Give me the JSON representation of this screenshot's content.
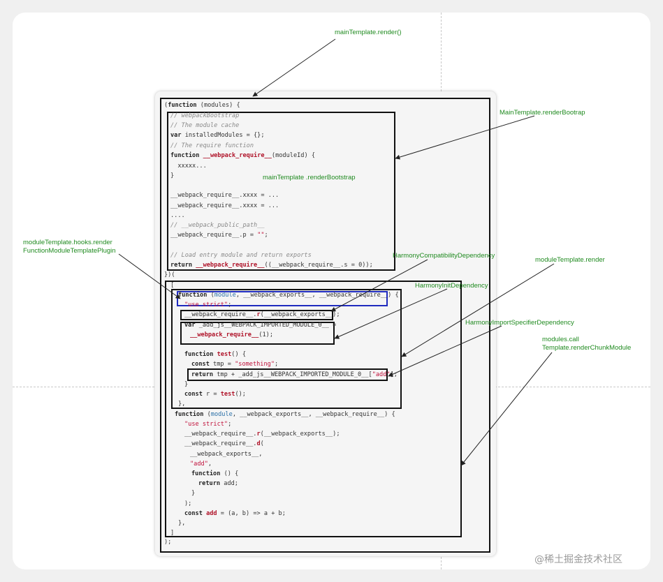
{
  "labels": {
    "main_render": "mainTemplate.render()",
    "render_bootrap": "MainTemplate.renderBootrap",
    "main_render_bootstrap": "mainTemplate .renderBootstrap",
    "module_hooks_render": "moduleTemplate.hooks.render",
    "function_module_plugin": "FunctionModuleTemplatePlugin",
    "harmony_compat": "HarmonyCompatibilityDependency",
    "harmony_init": "HarmonyInitDependency",
    "module_template_render": "moduleTemplate.render",
    "harmony_import_spec": "HarmonyImportSpecifierDependency",
    "modules_call": "modules.call",
    "render_chunk_module": "Template.renderChunkModule"
  },
  "code": {
    "l1a": "(",
    "l1b": "function",
    "l1c": " (modules) {",
    "l2": "// webpackBootstrap",
    "l3": "// The module cache",
    "l4a": "var",
    "l4b": " installedModules = {};",
    "l5": "// The require function",
    "l6a": "function",
    "l6b": " ",
    "l6c": "__webpack_require__",
    "l6d": "(moduleId) {",
    "l7": "  xxxxx...",
    "l8": "}",
    "l9": "__webpack_require__.xxxx = ...",
    "l10": "__webpack_require__.xxxx = ...",
    "l11": "....",
    "l12": "// __webpack_public_path__",
    "l13a": "__webpack_require__.p = ",
    "l13b": "\"\"",
    "l13c": ";",
    "l14": "// Load entry module and return exports",
    "l15a": "return",
    "l15b": " ",
    "l15c": "__webpack_require__",
    "l15d": "((__webpack_require__.s = 0));",
    "l16": "})(",
    "l17": "[",
    "l18a": "function",
    "l18b": " (",
    "l18c": "module",
    "l18d": ", __webpack_exports__, __webpack_require__) {",
    "l19a": "\"use strict\"",
    "l19b": ";",
    "l20a": "__webpack_require__.",
    "l20b": "r",
    "l20c": "(__webpack_exports__);",
    "l21a": "var",
    "l21b": " _add_js__WEBPACK_IMPORTED_MODULE_0__ =",
    "l22a": "__webpack_require__",
    "l22b": "(1);",
    "l23a": "function",
    "l23b": " ",
    "l23c": "test",
    "l23d": "() {",
    "l24a": "const",
    "l24b": " tmp = ",
    "l24c": "\"something\"",
    "l24d": ";",
    "l25a": "return",
    "l25b": " tmp + _add_js__WEBPACK_IMPORTED_MODULE_0__[",
    "l25c": "\"add\"",
    "l25d": "];",
    "l26": "}",
    "l27a": "const",
    "l27b": " r = ",
    "l27c": "test",
    "l27d": "();",
    "l28": "},",
    "l29a": "function",
    "l29b": " (",
    "l29c": "module",
    "l29d": ", __webpack_exports__, __webpack_require__) {",
    "l30a": "\"use strict\"",
    "l30b": ";",
    "l31a": "__webpack_require__.",
    "l31b": "r",
    "l31c": "(__webpack_exports__);",
    "l32a": "__webpack_require__.",
    "l32b": "d",
    "l32c": "(",
    "l33": "__webpack_exports__,",
    "l34a": "\"add\"",
    "l34b": ",",
    "l35a": "function",
    "l35b": " () {",
    "l36a": "return",
    "l36b": " add;",
    "l37": "}",
    "l38": ");",
    "l39a": "const",
    "l39b": " ",
    "l39c": "add",
    "l39d": " = (a, b) => a + b;",
    "l40": "},",
    "l41": "]",
    "l42": ");"
  },
  "watermark": "@稀土掘金技术社区",
  "colors": {
    "label_green": "#1f8a1f",
    "highlight_red": "#b0142a",
    "box_blue": "#1f2bbf",
    "arrow": "#222222"
  }
}
